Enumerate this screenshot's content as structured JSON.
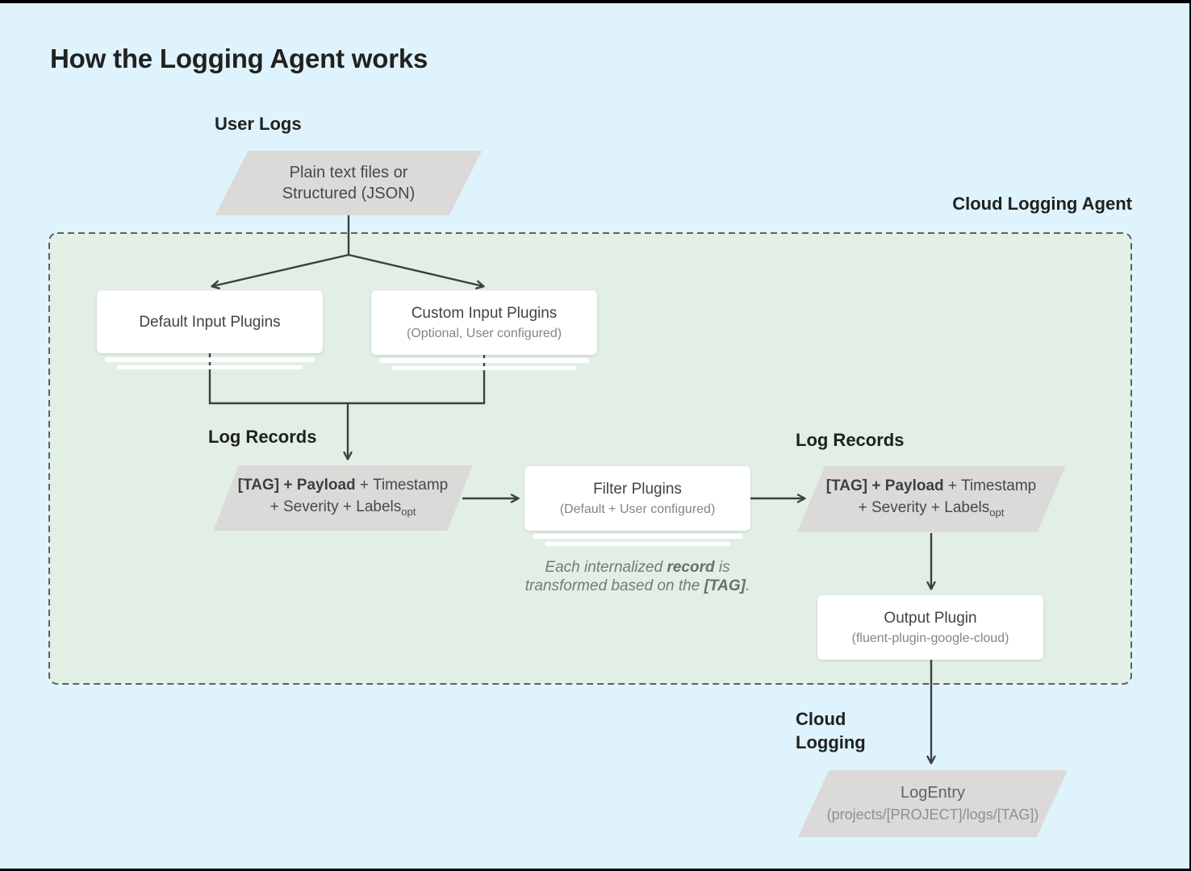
{
  "title": "How the Logging Agent works",
  "labels": {
    "user_logs": "User Logs",
    "cloud_logging_agent": "Cloud Logging Agent",
    "log_records_left": "Log Records",
    "log_records_right": "Log Records",
    "cloud": "Cloud",
    "logging": "Logging"
  },
  "nodes": {
    "user_input": {
      "line1": "Plain text files or",
      "line2": "Structured (JSON)"
    },
    "default_input": {
      "title": "Default Input Plugins"
    },
    "custom_input": {
      "title": "Custom Input Plugins",
      "subtitle": "(Optional, User configured)"
    },
    "log_record_left": {
      "bold": "[TAG] + Payload",
      "tail": " + Timestamp",
      "line2": "+ Severity + Labels",
      "subscript": "opt"
    },
    "filter_plugins": {
      "title": "Filter Plugins",
      "subtitle": "(Default + User configured)"
    },
    "log_record_right": {
      "bold": "[TAG] + Payload",
      "tail": " + Timestamp",
      "line2": "+ Severity + Labels",
      "subscript": "opt"
    },
    "output_plugin": {
      "title": "Output Plugin",
      "subtitle": "(fluent-plugin-google-cloud)"
    },
    "log_entry": {
      "title": "LogEntry",
      "subtitle": "(projects/[PROJECT]/logs/[TAG])"
    }
  },
  "note": {
    "line1_pre": "Each internalized ",
    "line1_bold": "record",
    "line1_post": " is",
    "line2_pre": "transformed based on the ",
    "line2_bold": "[TAG]",
    "line2_post": "."
  },
  "colors": {
    "background": "#dff3fc",
    "agent_boundary_fill": "#e2efe5",
    "agent_boundary_border": "#5d6164",
    "shape_gray": "#dbdad9",
    "node_white": "#ffffff",
    "line": "#3c4043",
    "text_dark": "#212121",
    "text_gray": "#80868b"
  }
}
